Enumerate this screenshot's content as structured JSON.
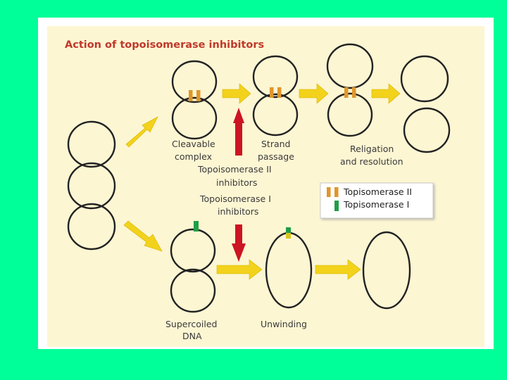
{
  "diagram": {
    "title": "Action of topoisomerase inhibitors",
    "labels": {
      "cleavable_1": "Cleavable",
      "cleavable_2": "complex",
      "strand_1": "Strand",
      "strand_2": "passage",
      "topo2_inhib_1": "Topoisomerase II",
      "topo2_inhib_2": "inhibitors",
      "topo1_inhib_1": "Topoisomerase I",
      "topo1_inhib_2": "inhibitors",
      "religation_1": "Religation",
      "religation_2": "and resolution",
      "supercoiled_1": "Supercoiled",
      "supercoiled_2": "DNA",
      "unwinding": "Unwinding"
    },
    "legend": {
      "topo2": "Topisomerase II",
      "topo1": "Topisomerase I"
    }
  },
  "colors": {
    "background": "#00ff99",
    "panel": "#fdf6d3",
    "title": "#c0392b",
    "arrow_yellow": "#f2d21b",
    "arrow_red": "#cc1422",
    "topo2_marker": "#e0962a",
    "topo1_marker": "#1f9e45",
    "ring": "#222222"
  }
}
